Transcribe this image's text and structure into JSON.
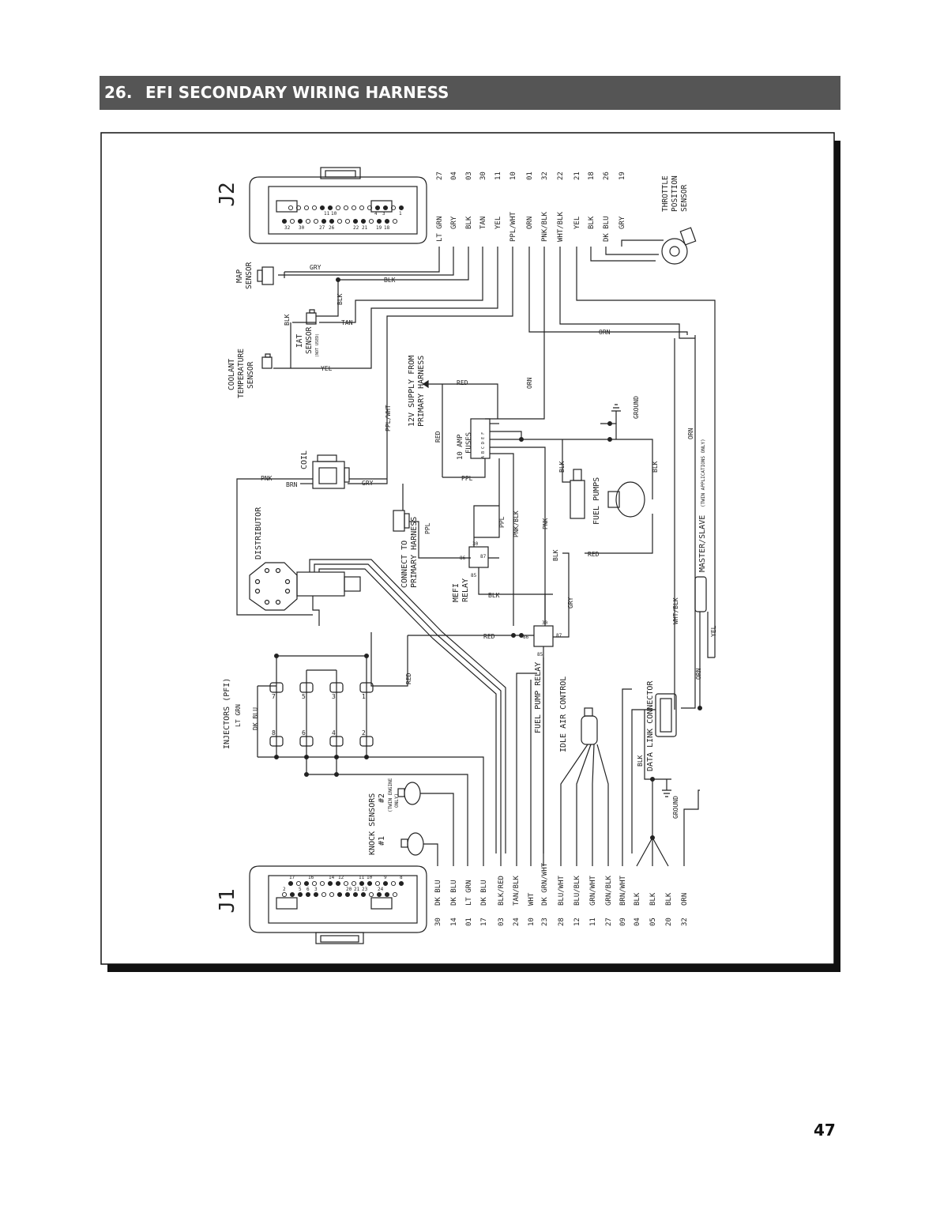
{
  "header": {
    "section_number": "26.",
    "title": "EFI SECONDARY WIRING HARNESS"
  },
  "page": {
    "number": "47"
  },
  "colors": {
    "header_bg": "#555555",
    "header_text": "#ffffff",
    "line": "#222222"
  },
  "diagram": {
    "connectors": {
      "j1": "J1",
      "j2": "J2"
    },
    "components": {
      "map_sensor": [
        "MAP",
        "SENSOR"
      ],
      "coolant_sensor": [
        "COOLANT",
        "TEMPERATURE",
        "SENSOR"
      ],
      "iat_sensor": [
        "IAT",
        "SENSOR"
      ],
      "iat_note": "(NOT USED)",
      "throttle_sensor": [
        "THROTTLE",
        "POSITION",
        "SENSOR"
      ],
      "coil": "COIL",
      "distributor": "DISTRIBUTOR",
      "supply": [
        "12V SUPPLY FROM",
        "PRIMARY HARNESS"
      ],
      "fuses": [
        "10 AMP",
        "FUSES"
      ],
      "fuse_pins": "A B C D E F",
      "connect_primary": [
        "CONNECT TO",
        "PRIMARY HARNESS"
      ],
      "mefi_relay": [
        "MEFI",
        "RELAY"
      ],
      "fuel_pumps": "FUEL PUMPS",
      "fuel_pump_relay": "FUEL PUMP RELAY",
      "ground": "GROUND",
      "master_slave": "MASTER/SLAVE",
      "master_slave_note": "(TWIN APPLICATIONS ONLY)",
      "idle_air": "IDLE AIR CONTROL",
      "data_link": "DATA LINK CONNECTOR",
      "injectors": "INJECTORS (PFI)",
      "knock_sensors": [
        "KNOCK SENSORS",
        "#1",
        "#2"
      ],
      "knock_note": [
        "(TWIN ENGINE",
        "ONLY)"
      ],
      "relay_pins": [
        "30",
        "86",
        "87",
        "85"
      ]
    },
    "injector_numbers": [
      "7",
      "5",
      "3",
      "1",
      "8",
      "6",
      "4",
      "2"
    ],
    "j2_pins_top": [
      "11",
      "10",
      "4",
      "3",
      "1"
    ],
    "j2_pins_bottom": [
      "32",
      "30",
      "27",
      "26",
      "22",
      "21",
      "19",
      "18"
    ],
    "j2_wires": [
      {
        "label": "LT GRN",
        "pin": "27"
      },
      {
        "label": "GRY",
        "pin": "04"
      },
      {
        "label": "BLK",
        "pin": "03"
      },
      {
        "label": "TAN",
        "pin": "30"
      },
      {
        "label": "YEL",
        "pin": "11"
      },
      {
        "label": "PPL/WHT",
        "pin": "10"
      },
      {
        "label": "ORN",
        "pin": "01"
      },
      {
        "label": "PNK/BLK",
        "pin": "32"
      },
      {
        "label": "WHT/BLK",
        "pin": "22"
      },
      {
        "label": "YEL",
        "pin": "21"
      },
      {
        "label": "BLK",
        "pin": "18"
      },
      {
        "label": "DK BLU",
        "pin": "26"
      },
      {
        "label": "GRY",
        "pin": "19"
      }
    ],
    "j1_pins_top": [
      "17",
      "16",
      "14",
      "12",
      "11",
      "10",
      "9",
      "8"
    ],
    "j1_pins_bottom": [
      "2",
      "5",
      "6",
      "3",
      "20",
      "21",
      "23",
      "24"
    ],
    "j1_wires": [
      {
        "pin": "30",
        "label": "DK BLU"
      },
      {
        "pin": "14",
        "label": "DK BLU"
      },
      {
        "pin": "01",
        "label": "LT GRN"
      },
      {
        "pin": "17",
        "label": "DK BLU"
      },
      {
        "pin": "03",
        "label": "BLK/RED"
      },
      {
        "pin": "24",
        "label": "TAN/BLK"
      },
      {
        "pin": "10",
        "label": "WHT"
      },
      {
        "pin": "23",
        "label": "DK GRN/WHT"
      },
      {
        "pin": "28",
        "label": "BLU/WHT"
      },
      {
        "pin": "12",
        "label": "BLU/BLK"
      },
      {
        "pin": "11",
        "label": "GRN/WHT"
      },
      {
        "pin": "27",
        "label": "GRN/BLK"
      },
      {
        "pin": "09",
        "label": "BRN/WHT"
      },
      {
        "pin": "04",
        "label": "BLK"
      },
      {
        "pin": "05",
        "label": "BLK"
      },
      {
        "pin": "20",
        "label": "BLK"
      },
      {
        "pin": "32",
        "label": "ORN"
      }
    ],
    "wire_labels": {
      "gry": "GRY",
      "blk": "BLK",
      "tan": "TAN",
      "yel": "YEL",
      "orn": "ORN",
      "red": "RED",
      "ppl": "PPL",
      "pnk": "PNK",
      "brn": "BRN",
      "ppl_wht": "PPL/WHT",
      "pnk_blk": "PNK/BLK",
      "wht_blk": "WHT/BLK",
      "lt_grn": "LT GRN",
      "dk_blu": "DK BLU"
    }
  }
}
